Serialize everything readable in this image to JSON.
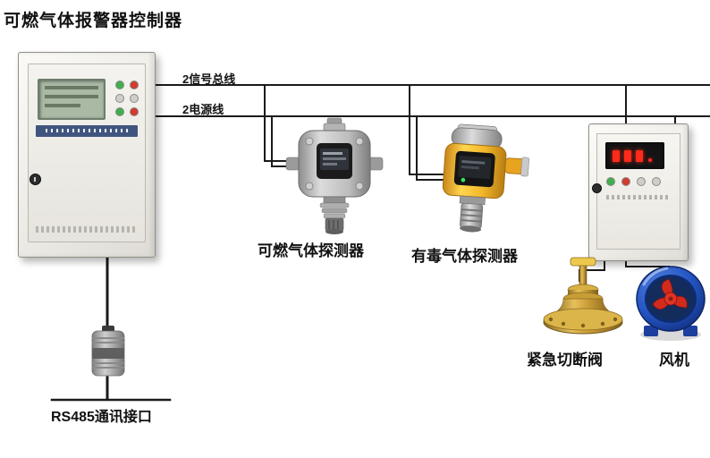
{
  "title": "可燃气体报警器控制器",
  "wiring": {
    "signal_bus_label": "2信号总线",
    "power_line_label": "2电源线"
  },
  "devices": {
    "combustible_detector_label": "可燃气体探测器",
    "toxic_detector_label": "有毒气体探测器",
    "shutoff_valve_label": "紧急切断阀",
    "fan_label": "风机",
    "rs485_label": "RS485通讯接口"
  },
  "colors": {
    "wire": "#1a1a1a",
    "detector_yellow": "#f3b62a",
    "fan_blue": "#2353c0",
    "impeller_red": "#d22a1e",
    "valve_brass": "#d4ab3f",
    "lcd_green": "#a9b9a4",
    "display_red": "#ff2a1a",
    "nameplate_blue": "#40557e"
  }
}
